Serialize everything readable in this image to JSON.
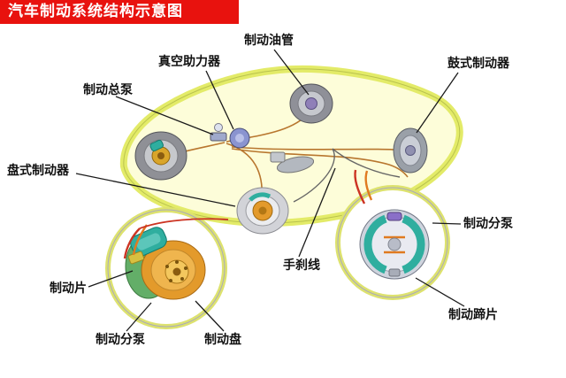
{
  "title": "汽车制动系统结构示意图",
  "labels": {
    "brake_oil_pipe": "制动油管",
    "vacuum_booster": "真空助力器",
    "drum_brake": "鼓式制动器",
    "master_cylinder": "制动总泵",
    "disc_brake": "盘式制动器",
    "wheel_cylinder_right": "制动分泵",
    "handbrake_cable": "手刹线",
    "brake_pad": "制动片",
    "wheel_cylinder_bottom": "制动分泵",
    "brake_disc": "制动盘",
    "brake_shoe": "制动蹄片"
  },
  "colors": {
    "title_bg": "#e8120e",
    "title_text": "#ffffff",
    "label_text": "#111111",
    "car_glow": "#e2ea60",
    "disc_orange": "#e39a2b",
    "caliper_teal": "#2fae9f",
    "booster_blue": "#8a94d0",
    "pipe_orange": "#b8762e"
  }
}
